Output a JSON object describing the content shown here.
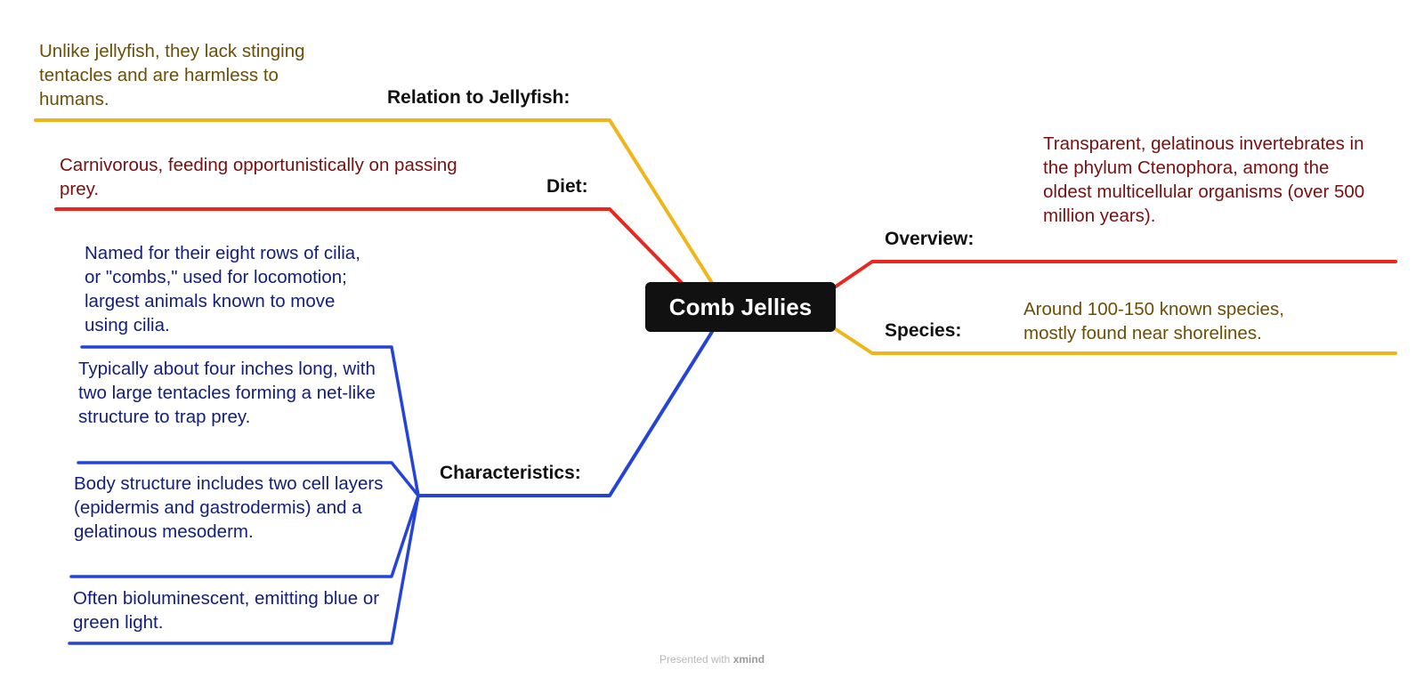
{
  "central_topic": "Comb Jellies",
  "branches": {
    "relation": {
      "label": "Relation to Jellyfish:",
      "color": "#efb51a",
      "text": "Unlike jellyfish, they lack stinging tentacles and are harmless to humans."
    },
    "diet": {
      "label": "Diet:",
      "color": "#e8281e",
      "text": "Carnivorous, feeding opportunistically on passing prey."
    },
    "characteristics": {
      "label": "Characteristics:",
      "color": "#2344d6",
      "items": [
        "Named for their eight rows of cilia, or \"combs,\" used for locomotion; largest animals known to move using cilia.",
        "Typically about four inches long, with two large tentacles forming a net-like structure to trap prey.",
        "Body structure includes two cell layers (epidermis and gastrodermis) and a gelatinous mesoderm.",
        "Often bioluminescent, emitting blue or green light."
      ]
    },
    "overview": {
      "label": "Overview:",
      "color": "#e8281e",
      "text": "Transparent, gelatinous invertebrates in the phylum Ctenophora, among the oldest multicellular organisms (over 500 million years)."
    },
    "species": {
      "label": "Species:",
      "color": "#efb51a",
      "text": "Around 100-150 known species, mostly found near shorelines."
    }
  },
  "footer": {
    "prefix": "Presented with",
    "brand": "xmind"
  }
}
